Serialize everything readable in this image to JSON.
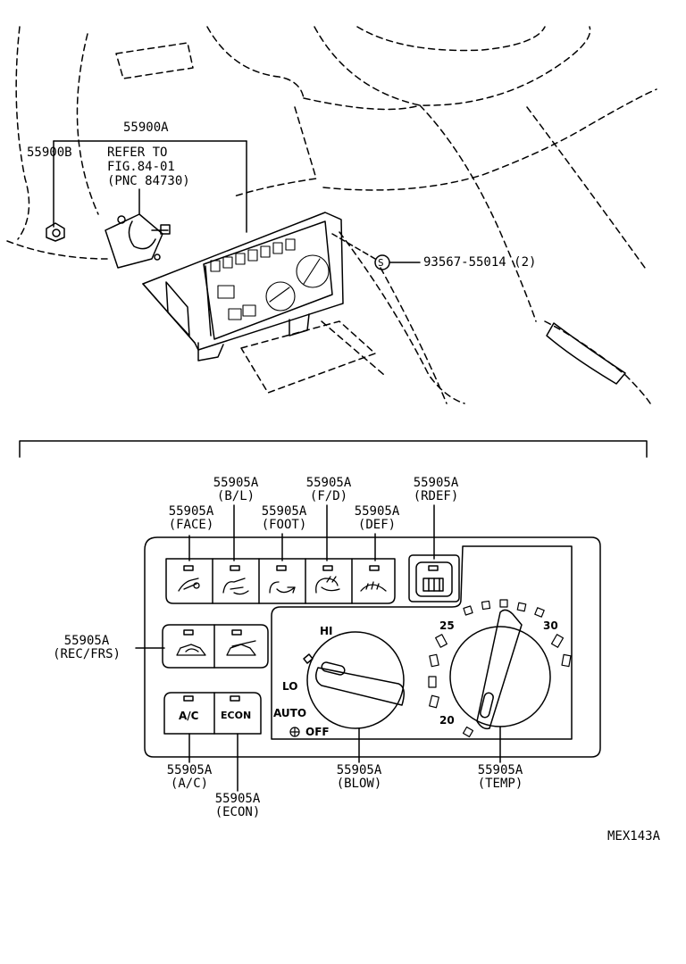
{
  "top": {
    "assembly_pn": "55900A",
    "knob_pn": "55900B",
    "refer": [
      "REFER TO",
      "FIG.84-01",
      "(PNC 84730)"
    ],
    "screw_symbol": "S",
    "screw_pn": "93567-55014 (2)"
  },
  "bottom": {
    "callouts": {
      "face": [
        "55905A",
        "(FACE)"
      ],
      "bl": [
        "55905A",
        "(B/L)"
      ],
      "foot": [
        "55905A",
        "(FOOT)"
      ],
      "fd": [
        "55905A",
        "(F/D)"
      ],
      "def": [
        "55905A",
        "(DEF)"
      ],
      "rdef": [
        "55905A",
        "(RDEF)"
      ],
      "recfrs": [
        "55905A",
        "(REC/FRS)"
      ],
      "ac": [
        "55905A",
        "(A/C)"
      ],
      "econ": [
        "55905A",
        "(ECON)"
      ],
      "blow": [
        "55905A",
        "(BLOW)"
      ],
      "temp": [
        "55905A",
        "(TEMP)"
      ]
    },
    "panel": {
      "ac_label": "A/C",
      "econ_label": "ECON",
      "hi_label": "HI",
      "lo_label": "LO",
      "auto_label": "AUTO",
      "off_label": "OFF",
      "temp_25": "25",
      "temp_30": "30",
      "temp_20": "20"
    },
    "figure_code": "MEX143A"
  }
}
